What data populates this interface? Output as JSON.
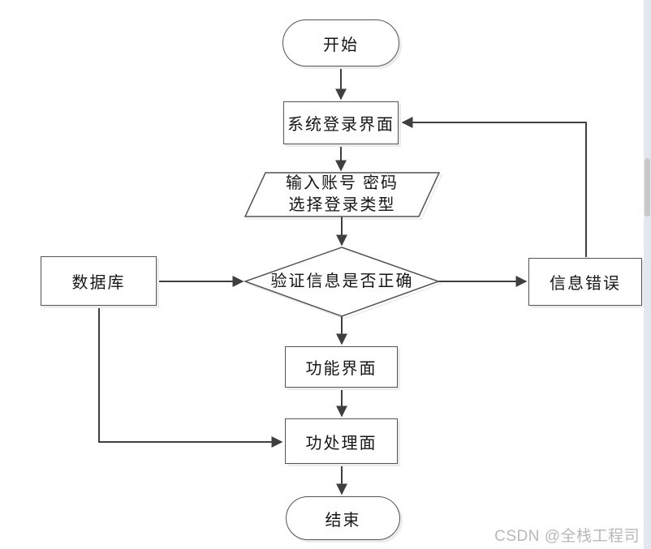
{
  "flowchart": {
    "nodes": {
      "start": {
        "label": "开始",
        "shape": "terminator"
      },
      "login": {
        "label": "系统登录界面",
        "shape": "process"
      },
      "input": {
        "line1": "输入账号 密码",
        "line2": "选择登录类型",
        "shape": "input-output"
      },
      "verify": {
        "label": "验证信息是否正确",
        "shape": "decision"
      },
      "database": {
        "label": "数据库",
        "shape": "process"
      },
      "error": {
        "label": "信息错误",
        "shape": "process"
      },
      "function_ui": {
        "label": "功能界面",
        "shape": "process"
      },
      "processing": {
        "label": "功处理面",
        "shape": "process"
      },
      "end": {
        "label": "结束",
        "shape": "terminator"
      }
    },
    "edges": [
      {
        "from": "start",
        "to": "login"
      },
      {
        "from": "login",
        "to": "input"
      },
      {
        "from": "input",
        "to": "verify"
      },
      {
        "from": "database",
        "to": "verify"
      },
      {
        "from": "verify",
        "to": "error"
      },
      {
        "from": "error",
        "to": "login"
      },
      {
        "from": "verify",
        "to": "function_ui"
      },
      {
        "from": "function_ui",
        "to": "processing"
      },
      {
        "from": "database",
        "to": "processing"
      },
      {
        "from": "processing",
        "to": "end"
      }
    ]
  },
  "watermark": {
    "text": "CSDN @全栈工程司"
  },
  "colors": {
    "line": "#3f3f3f",
    "node_border": "#545454",
    "node_shadow": "#ececec",
    "background": "#ffffff",
    "scrollbar_track": "#e3e7f0",
    "scrollbar_thumb": "#c9c9c9",
    "watermark_text": "#b8b8b8"
  }
}
